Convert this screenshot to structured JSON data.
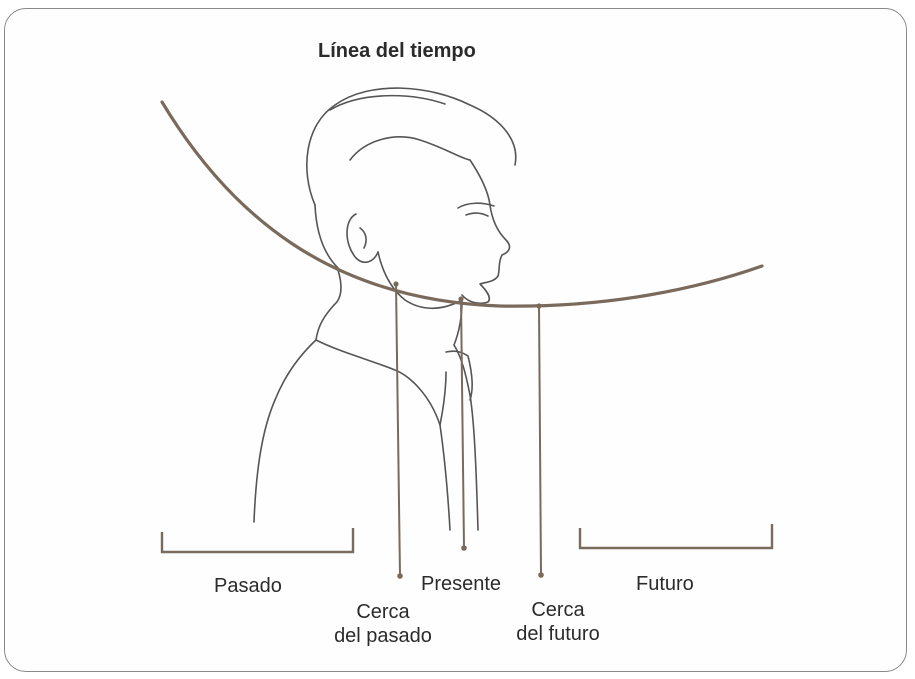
{
  "title": "Línea del tiempo",
  "labels": {
    "past": "Pasado",
    "near_past_line1": "Cerca",
    "near_past_line2": "del pasado",
    "present": "Presente",
    "near_future_line1": "Cerca",
    "near_future_line2": "del futuro",
    "future": "Futuro"
  },
  "colors": {
    "timeline": "#7a6a5c",
    "ink": "#2b2b2b",
    "sketch": "#555555",
    "border": "#8a8a8a"
  }
}
